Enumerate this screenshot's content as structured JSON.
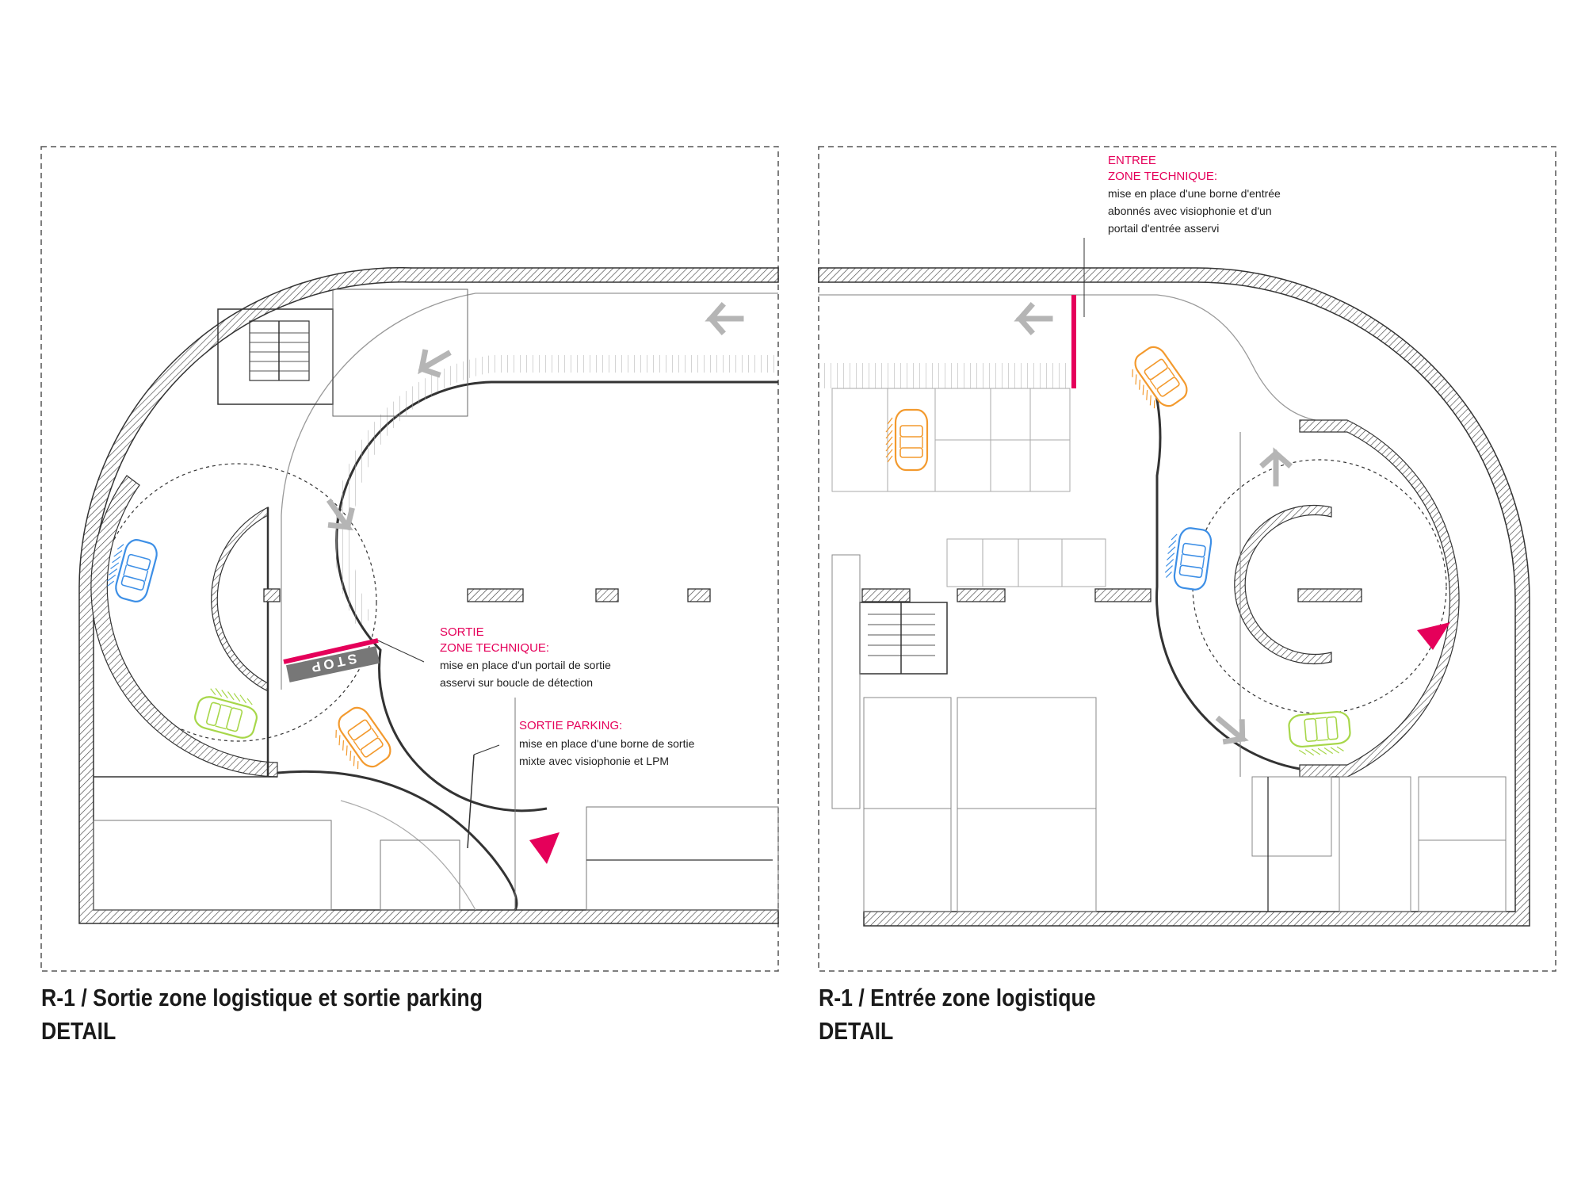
{
  "colors": {
    "accent_magenta": "#e5005a",
    "car_blue": "#3d8fe6",
    "car_orange": "#f39a2e",
    "car_green": "#a7d74a",
    "wall_hatch": "#444444",
    "floor_line": "#9a9a9a"
  },
  "left_panel": {
    "caption_title": "R-1 / Sortie zone logistique et sortie parking",
    "caption_sub": "DETAIL",
    "stop_marking": "STOP",
    "annotation_exit_tech": {
      "title_line1": "SORTIE",
      "title_line2": "ZONE TECHNIQUE:",
      "body_line1": "mise en place d'un portail de sortie",
      "body_line2": "asservi sur boucle de détection"
    },
    "annotation_exit_parking": {
      "title": "SORTIE PARKING:",
      "body_line1": "mise en place d'une borne de sortie",
      "body_line2": "mixte avec visiophonie et LPM"
    }
  },
  "right_panel": {
    "caption_title": "R-1 / Entrée zone logistique",
    "caption_sub": "DETAIL",
    "annotation_entry_tech": {
      "title_line1": "ENTREE",
      "title_line2": "ZONE TECHNIQUE:",
      "body_line1": "mise en place d'une borne d'entrée",
      "body_line2": "abonnés avec visiophonie et d'un",
      "body_line3": "portail d'entrée asservi"
    }
  },
  "icons": [
    "car-icon",
    "direction-arrow-icon",
    "staircase-icon",
    "pillar-icon",
    "gate-icon",
    "triangle-marker-icon"
  ]
}
